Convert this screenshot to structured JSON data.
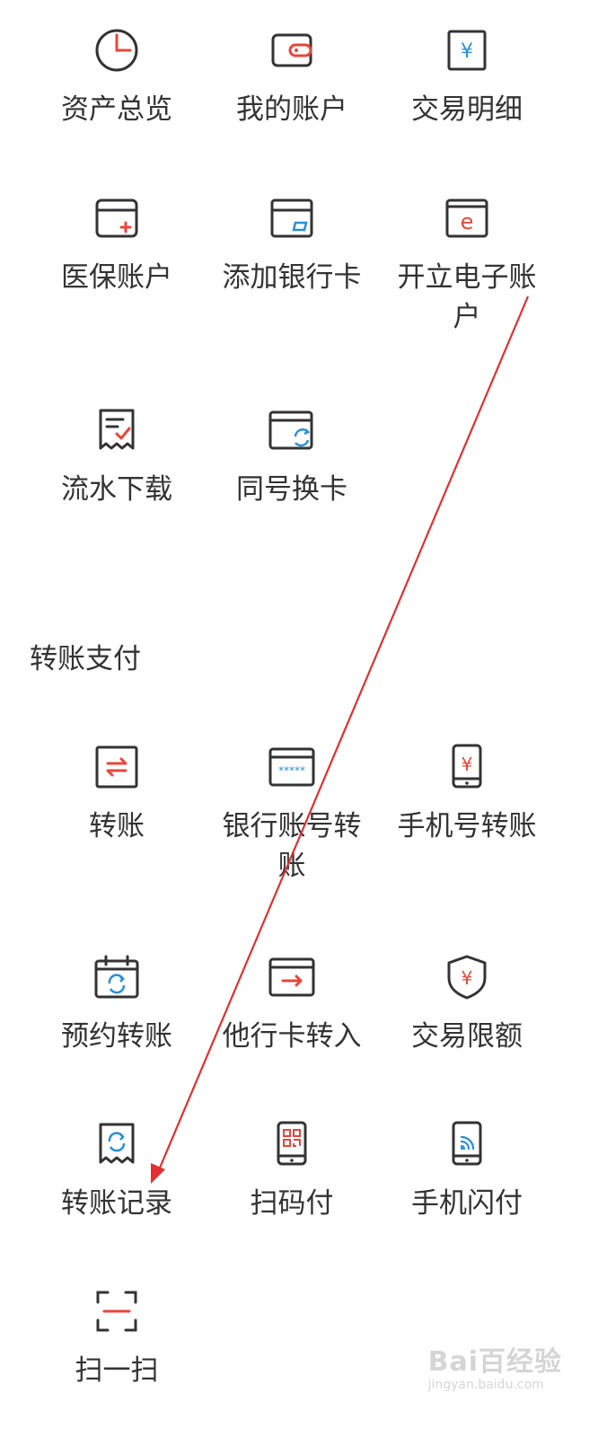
{
  "grid_top": [
    {
      "label": "资产总览",
      "icon": "clock-icon"
    },
    {
      "label": "我的账户",
      "icon": "wallet-icon"
    },
    {
      "label": "交易明细",
      "icon": "yuan-document-icon"
    },
    {
      "label": "医保账户",
      "icon": "card-plus-icon"
    },
    {
      "label": "添加银行卡",
      "icon": "card-add-icon"
    },
    {
      "label": "开立电子账户",
      "icon": "card-e-icon"
    },
    {
      "label": "流水下载",
      "icon": "receipt-check-icon"
    },
    {
      "label": "同号换卡",
      "icon": "card-exchange-icon"
    }
  ],
  "section": {
    "title": "转账支付"
  },
  "grid_transfer": [
    {
      "label": "转账",
      "icon": "transfer-arrows-icon"
    },
    {
      "label": "银行账号转账",
      "icon": "card-number-icon"
    },
    {
      "label": "手机号转账",
      "icon": "phone-yuan-icon"
    },
    {
      "label": "预约转账",
      "icon": "calendar-refresh-icon"
    },
    {
      "label": "他行卡转入",
      "icon": "card-arrow-in-icon"
    },
    {
      "label": "交易限额",
      "icon": "shield-yuan-icon"
    },
    {
      "label": "转账记录",
      "icon": "receipt-refresh-icon"
    },
    {
      "label": "扫码付",
      "icon": "phone-qr-icon"
    },
    {
      "label": "手机闪付",
      "icon": "phone-nfc-icon"
    },
    {
      "label": "扫一扫",
      "icon": "scan-icon"
    }
  ],
  "watermark": {
    "main": "Bai百经验",
    "sub": "jingyan.baidu.com"
  },
  "colors": {
    "text": "#333333",
    "icon_stroke": "#333333",
    "accent_red": "#e8463a",
    "accent_blue": "#2a8fd8",
    "annotation_arrow": "#e03030"
  }
}
